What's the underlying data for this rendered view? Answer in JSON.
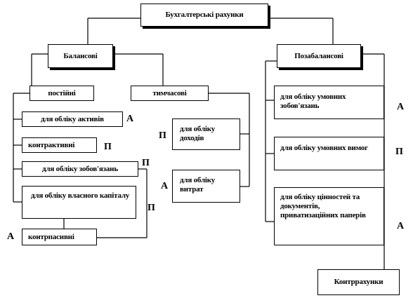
{
  "boxes": {
    "root": "Бухгалтерські рахунки",
    "balance": "Балансові",
    "offbalance": "Позабалансові",
    "permanent": "постійні",
    "temporary": "тимчасові",
    "assets": "для обліку активів",
    "contra_active": "контрактивні",
    "liabilities": "для обліку зобов'язань",
    "equity": "для обліку власного капіталу",
    "contra_passive": "контрпасивні",
    "income": "для обліку доходів",
    "expenses": "для обліку витрат",
    "conditional_liabilities": "для обліку умовних зобов'язань",
    "conditional_claims": "для обліку умовних вимог",
    "valuables": "для обліку цінностей та документів, приватизаційних паперів",
    "contra_accounts": "Контррахунки"
  },
  "marks": {
    "assets": "А",
    "contra_active": "П",
    "liabilities": "П",
    "equity": "П",
    "contra_passive": "А",
    "income": "П",
    "expenses": "А",
    "conditional_liabilities": "А",
    "conditional_claims": "П",
    "valuables": "А"
  },
  "colors": {
    "line": "#000000",
    "box_border": "#000000",
    "background": "#ffffff"
  }
}
